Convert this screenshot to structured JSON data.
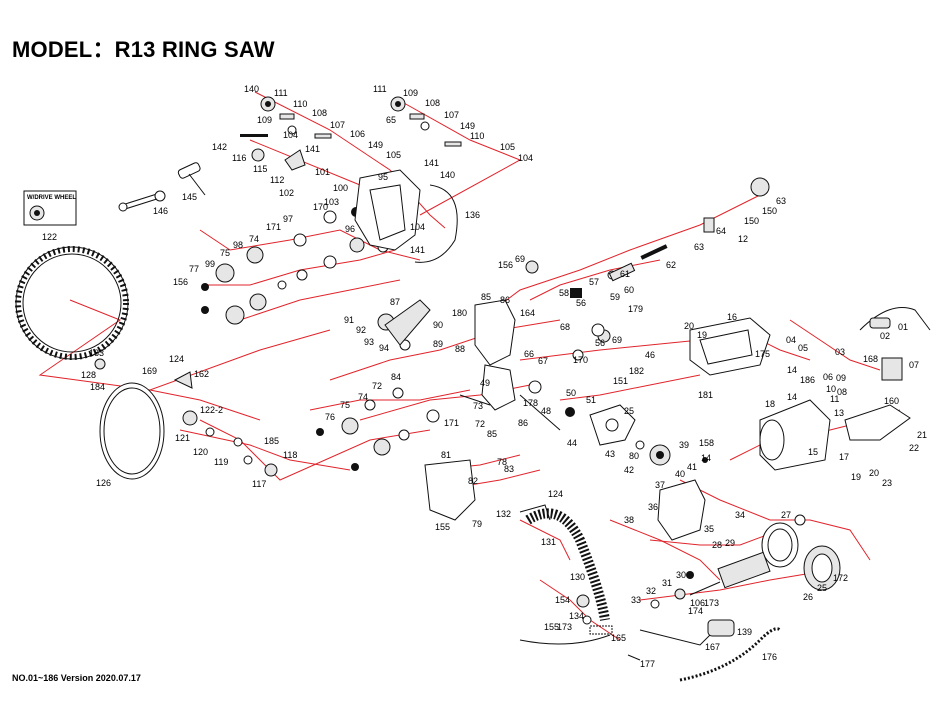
{
  "title": "MODEL：R13 RING SAW",
  "footer": "NO.01~186  Version 2020.07.17",
  "colors": {
    "leader_lines": "#e0242b",
    "parts": "#111111",
    "background": "#ffffff"
  },
  "inset_label": "W/DRIVE WHEEL",
  "labels": [
    "140",
    "111",
    "110",
    "109",
    "108",
    "107",
    "104",
    "106",
    "142",
    "141",
    "149",
    "105",
    "116",
    "115",
    "112",
    "101",
    "102",
    "100",
    "103",
    "95",
    "145",
    "146",
    "171",
    "97",
    "170",
    "98",
    "74",
    "99",
    "75",
    "77",
    "156",
    "96",
    "104",
    "141",
    "136",
    "79",
    "69",
    "156",
    "62",
    "63",
    "64",
    "150",
    "61",
    "57",
    "56",
    "60",
    "59",
    "179",
    "58",
    "91",
    "92",
    "93",
    "94",
    "89",
    "88",
    "90",
    "87",
    "180",
    "85",
    "86",
    "164",
    "68",
    "66",
    "67",
    "170",
    "56",
    "69",
    "20",
    "19",
    "16",
    "04",
    "05",
    "175",
    "14",
    "03",
    "02",
    "01",
    "168",
    "07",
    "46",
    "151",
    "182",
    "181",
    "186",
    "09",
    "10",
    "11",
    "14",
    "160",
    "21",
    "22",
    "17",
    "19",
    "23",
    "20",
    "18",
    "15",
    "39",
    "158",
    "40",
    "41",
    "14",
    "38",
    "35",
    "37",
    "36",
    "34",
    "28",
    "29",
    "27",
    "26",
    "25",
    "172",
    "30",
    "31",
    "32",
    "33",
    "173",
    "174",
    "139",
    "167",
    "176",
    "177",
    "131",
    "132",
    "130",
    "124",
    "154",
    "134",
    "155",
    "165",
    "183",
    "128",
    "184",
    "124",
    "169",
    "162",
    "126",
    "121",
    "120",
    "119",
    "185",
    "118",
    "117",
    "122-2",
    "122",
    "76",
    "75",
    "74",
    "171",
    "72",
    "84",
    "86",
    "85",
    "72",
    "73",
    "49",
    "50",
    "48",
    "51",
    "178",
    "25",
    "44",
    "43",
    "42",
    "80",
    "81",
    "82",
    "83",
    "78",
    "155",
    "173",
    "106",
    "110",
    "108",
    "107",
    "149",
    "105",
    "104",
    "141",
    "140",
    "111",
    "109",
    "65",
    "63",
    "150",
    "12",
    "13",
    "08",
    "06"
  ]
}
